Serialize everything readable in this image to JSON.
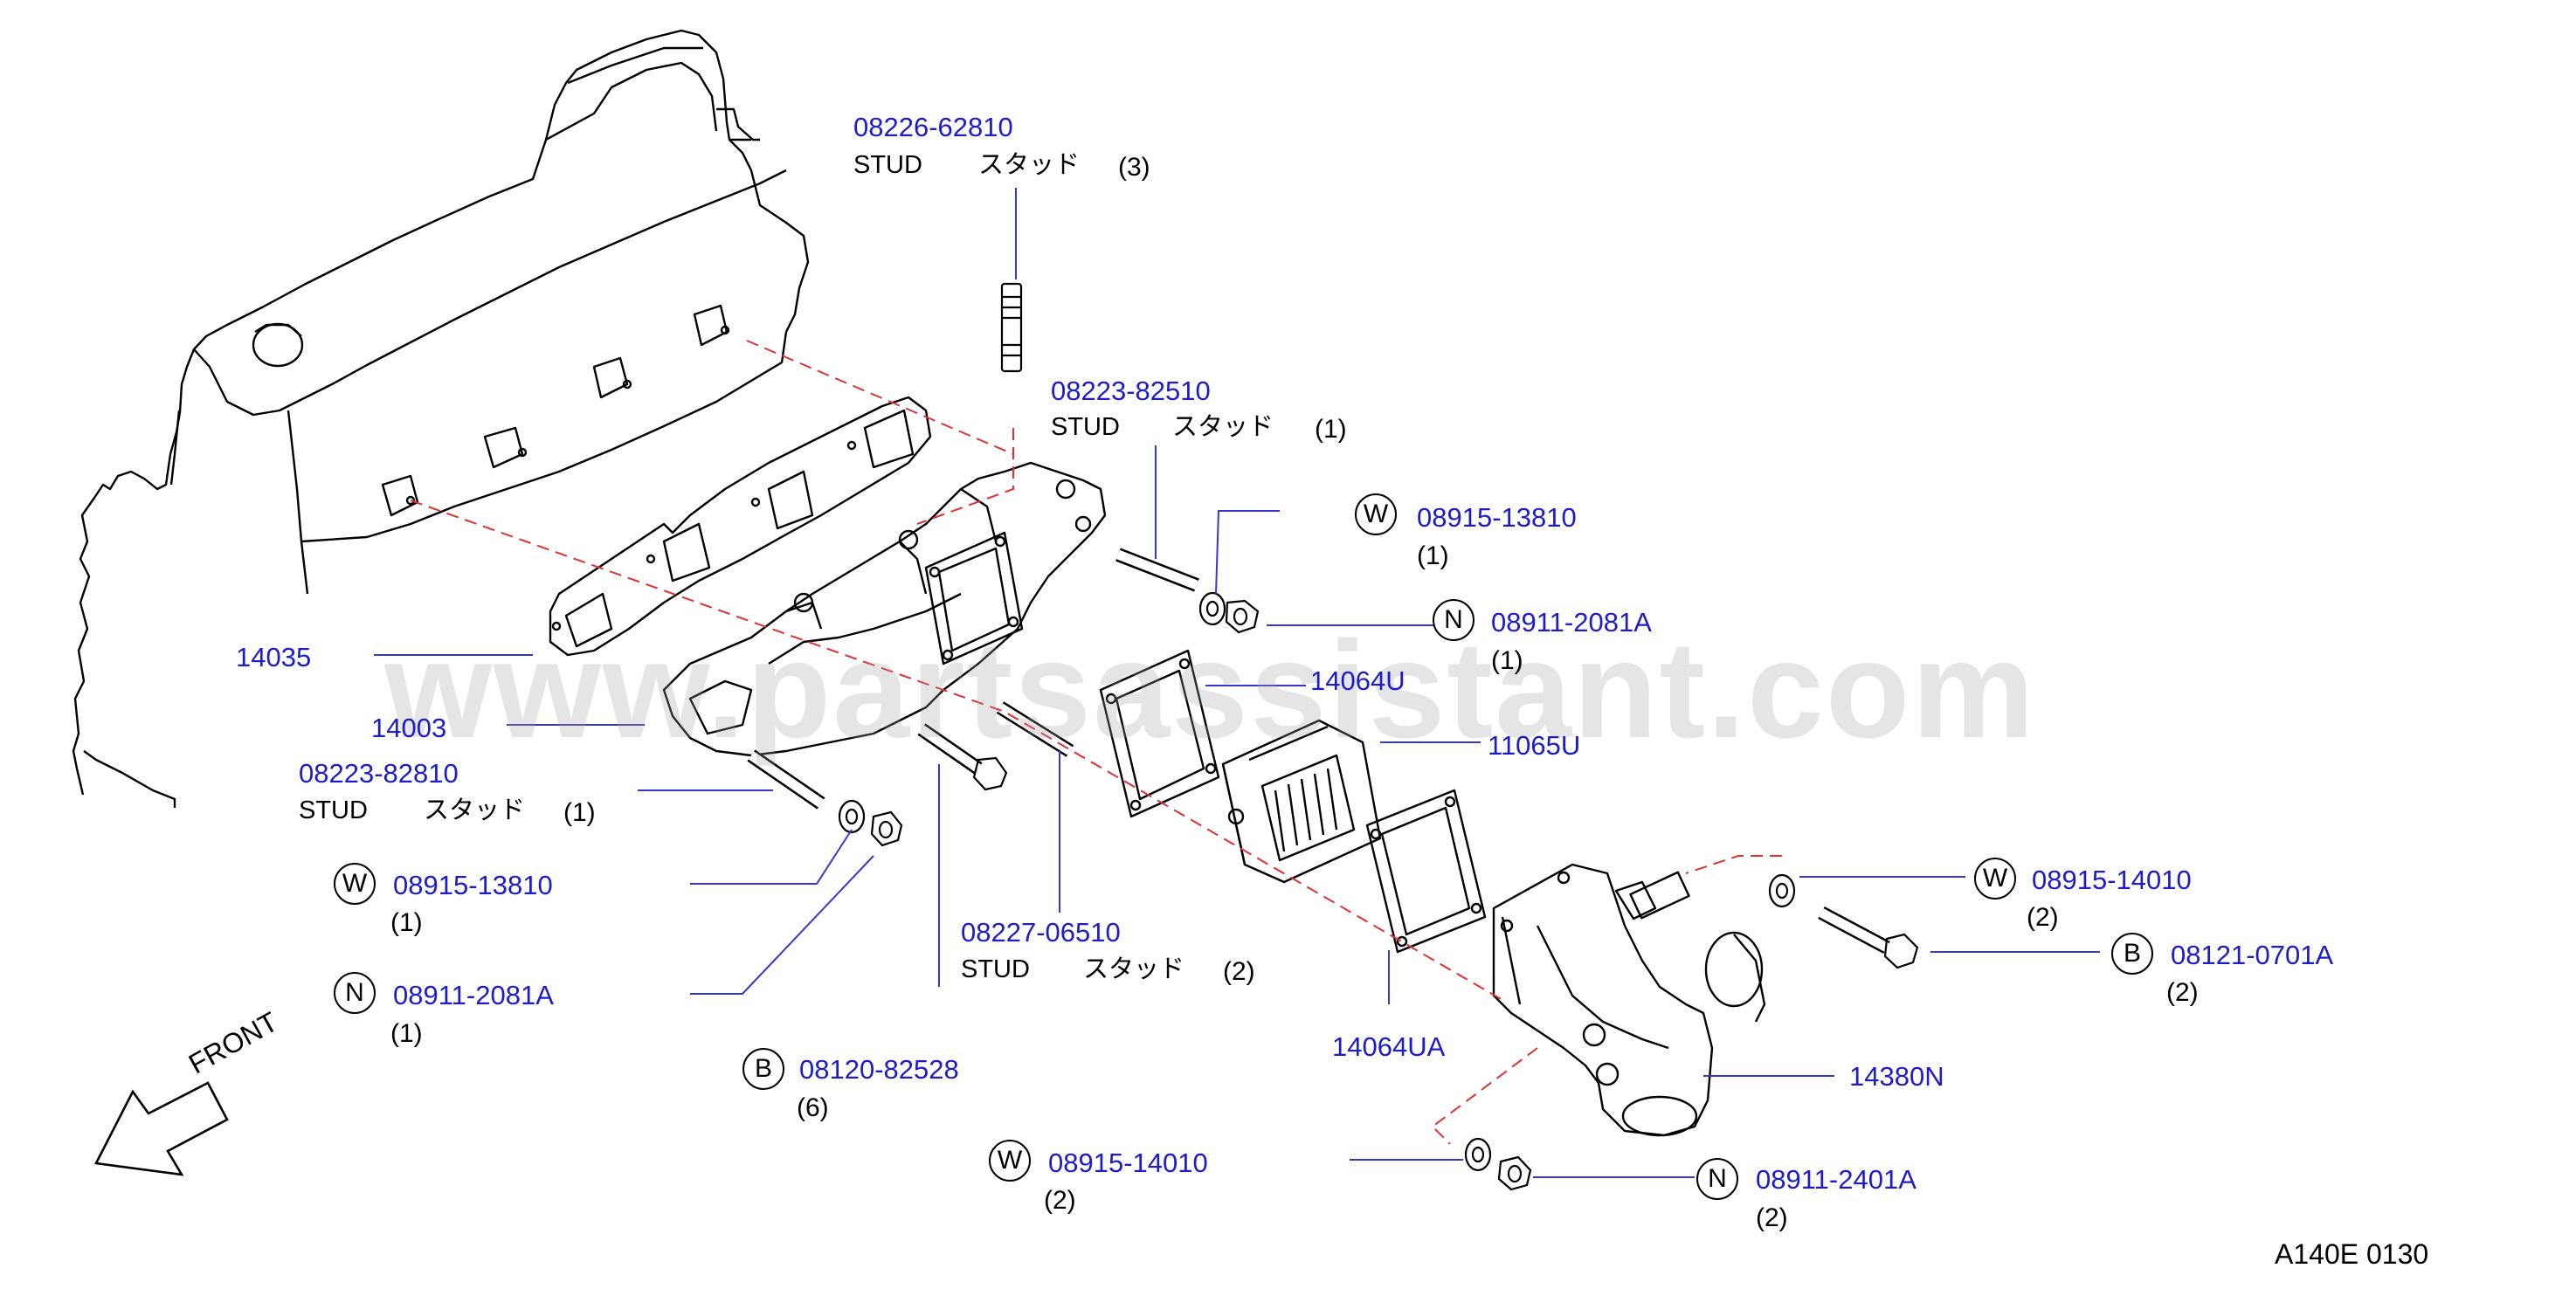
{
  "watermark": "www.partsassistant.com",
  "figure_code": "A140E  0130",
  "front_label": "FRONT",
  "part_numbers": {
    "p14035": "14035",
    "p14003": "14003",
    "p14064U": "14064U",
    "p11065U": "11065U",
    "p14064UA": "14064UA",
    "p14380N": "14380N"
  },
  "studs": {
    "s1": {
      "part": "08226-62810",
      "name": "STUD",
      "jp": "スタッド",
      "qty": "(3)"
    },
    "s2": {
      "part": "08223-82510",
      "name": "STUD",
      "jp": "スタッド",
      "qty": "(1)"
    },
    "s3": {
      "part": "08223-82810",
      "name": "STUD",
      "jp": "スタッド",
      "qty": "(1)"
    },
    "s4": {
      "part": "08227-06510",
      "name": "STUD",
      "jp": "スタッド",
      "qty": "(2)"
    }
  },
  "badged": {
    "w1": {
      "badge": "W",
      "part": "08915-13810",
      "qty": "(1)"
    },
    "n1": {
      "badge": "N",
      "part": "08911-2081A",
      "qty": "(1)"
    },
    "w2": {
      "badge": "W",
      "part": "08915-13810",
      "qty": "(1)"
    },
    "n2": {
      "badge": "N",
      "part": "08911-2081A",
      "qty": "(1)"
    },
    "b1": {
      "badge": "B",
      "part": "08120-82528",
      "qty": "(6)"
    },
    "w3": {
      "badge": "W",
      "part": "08915-14010",
      "qty": "(2)"
    },
    "b2": {
      "badge": "B",
      "part": "08121-0701A",
      "qty": "(2)"
    },
    "w4": {
      "badge": "W",
      "part": "08915-14010",
      "qty": "(2)"
    },
    "n3": {
      "badge": "N",
      "part": "08911-2401A",
      "qty": "(2)"
    }
  },
  "colors": {
    "label": "#1c1ccc",
    "lead": "#3838c8",
    "axis": "#e03030",
    "line": "#000000"
  }
}
